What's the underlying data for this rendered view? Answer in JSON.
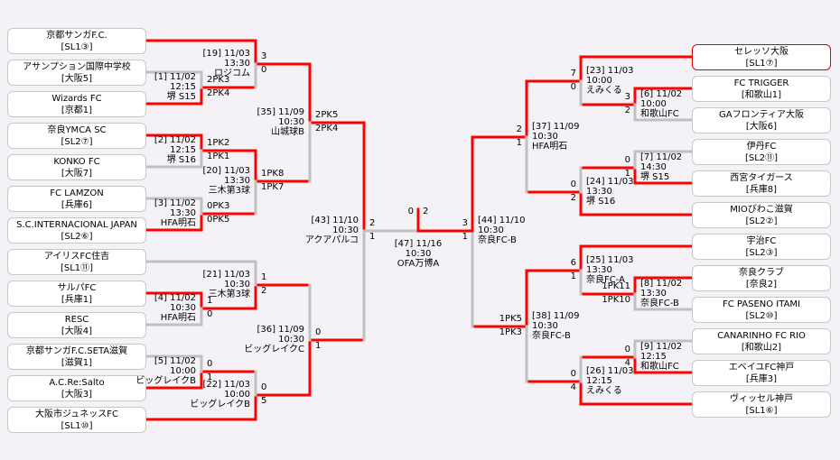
{
  "colors": {
    "win_line": "#ff0000",
    "lose_line": "#c0c0c0",
    "champion_border": "#e00000"
  },
  "left_teams": [
    {
      "name": "京都サンガF.C.",
      "seed": "[SL1③]"
    },
    {
      "name": "アサンプション国際中学校",
      "seed": "[大阪5]"
    },
    {
      "name": "Wizards FC",
      "seed": "[京都1]"
    },
    {
      "name": "奈良YMCA SC",
      "seed": "[SL2⑦]"
    },
    {
      "name": "KONKO FC",
      "seed": "[大阪7]"
    },
    {
      "name": "FC LAMZON",
      "seed": "[兵庫6]"
    },
    {
      "name": "S.C.INTERNACIONAL JAPAN",
      "seed": "[SL2⑥]"
    },
    {
      "name": "アイリスFC住吉",
      "seed": "[SL1⑪]"
    },
    {
      "name": "サルパFC",
      "seed": "[兵庫1]"
    },
    {
      "name": "RESC",
      "seed": "[大阪4]"
    },
    {
      "name": "京都サンガF.C.SETA滋賀",
      "seed": "[滋賀1]"
    },
    {
      "name": "A.C.Re:Salto",
      "seed": "[大阪3]"
    },
    {
      "name": "大阪市ジュネッスFC",
      "seed": "[SL1⑩]"
    }
  ],
  "right_teams": [
    {
      "name": "セレッソ大阪",
      "seed": "[SL1⑦]"
    },
    {
      "name": "FC TRIGGER",
      "seed": "[和歌山1]"
    },
    {
      "name": "GAフロンティア大阪",
      "seed": "[大阪6]"
    },
    {
      "name": "伊丹FC",
      "seed": "[SL2⑪]"
    },
    {
      "name": "西宮タイガース",
      "seed": "[兵庫8]"
    },
    {
      "name": "MIOびわこ滋賀",
      "seed": "[SL2②]"
    },
    {
      "name": "宇治FC",
      "seed": "[SL2③]"
    },
    {
      "name": "奈良クラブ",
      "seed": "[奈良2]"
    },
    {
      "name": "FC PASENO ITAMI",
      "seed": "[SL2⑩]"
    },
    {
      "name": "CANARINHO FC RIO",
      "seed": "[和歌山2]"
    },
    {
      "name": "エベイユFC神戸",
      "seed": "[兵庫3]"
    },
    {
      "name": "ヴィッセル神戸",
      "seed": "[SL1⑥]"
    }
  ],
  "matches": {
    "m1": {
      "label": "[1] 11/02",
      "time": "12:15",
      "venue": "堺 S15",
      "scores": [
        "2PK3",
        "2PK4"
      ],
      "winner": 1
    },
    "m2": {
      "label": "[2] 11/02",
      "time": "12:15",
      "venue": "堺 S16",
      "scores": [
        "1PK2",
        "1PK1"
      ],
      "winner": 0
    },
    "m3": {
      "label": "[3] 11/02",
      "time": "13:30",
      "venue": "HFA明石",
      "scores": [
        "0PK3",
        "0PK5"
      ],
      "winner": 1
    },
    "m4": {
      "label": "[4] 11/02",
      "time": "10:30",
      "venue": "HFA明石",
      "scores": [
        "1",
        "0"
      ],
      "winner": 0
    },
    "m5": {
      "label": "[5] 11/02",
      "time": "10:00",
      "venue": "ビッグレイクB",
      "scores": [
        "0",
        "1"
      ],
      "winner": 1
    },
    "m19": {
      "label": "[19] 11/03",
      "time": "13:30",
      "venue": "ロジコム",
      "scores": [
        "3",
        "0"
      ],
      "winner": 0
    },
    "m20": {
      "label": "[20] 11/03",
      "time": "13:30",
      "venue": "三木第3球",
      "scores": [
        "1PK8",
        "1PK7"
      ],
      "winner": 0
    },
    "m21": {
      "label": "[21] 11/03",
      "time": "10:30",
      "venue": "三木第3球",
      "scores": [
        "1",
        "2"
      ],
      "winner": 1
    },
    "m22": {
      "label": "[22] 11/03",
      "time": "10:00",
      "venue": "ビッグレイクB",
      "scores": [
        "0",
        "5"
      ],
      "winner": 1
    },
    "m35": {
      "label": "[35] 11/09",
      "time": "10:30",
      "venue": "山城球B",
      "scores": [
        "2PK5",
        "2PK4"
      ],
      "winner": 0
    },
    "m36": {
      "label": "[36] 11/09",
      "time": "10:30",
      "venue": "ビッグレイクC",
      "scores": [
        "0",
        "1"
      ],
      "winner": 1
    },
    "m43": {
      "label": "[43] 11/10",
      "time": "10:30",
      "venue": "アクアパルコ",
      "scores": [
        "2",
        "1"
      ],
      "winner": 0
    },
    "m6": {
      "label": "[6] 11/02",
      "time": "10:00",
      "venue": "和歌山FC",
      "scores": [
        "3",
        "2"
      ],
      "winner": 0
    },
    "m7": {
      "label": "[7] 11/02",
      "time": "14:30",
      "venue": "堺 S15",
      "scores": [
        "0",
        "1"
      ],
      "winner": 1
    },
    "m8": {
      "label": "[8] 11/02",
      "time": "13:30",
      "venue": "奈良FC-B",
      "scores": [
        "1PK11",
        "1PK10"
      ],
      "winner": 0
    },
    "m9": {
      "label": "[9] 11/02",
      "time": "12:15",
      "venue": "和歌山FC",
      "scores": [
        "0",
        "4"
      ],
      "winner": 1
    },
    "m23": {
      "label": "[23] 11/03",
      "time": "10:00",
      "venue": "えみくる",
      "scores": [
        "7",
        "0"
      ],
      "winner": 0
    },
    "m24": {
      "label": "[24] 11/03",
      "time": "13:30",
      "venue": "堺 S16",
      "scores": [
        "0",
        "2"
      ],
      "winner": 1
    },
    "m25": {
      "label": "[25] 11/03",
      "time": "13:30",
      "venue": "奈良FC-A",
      "scores": [
        "6",
        "1"
      ],
      "winner": 0
    },
    "m26": {
      "label": "[26] 11/03",
      "time": "12:15",
      "venue": "えみくる",
      "scores": [
        "0",
        "4"
      ],
      "winner": 1
    },
    "m37": {
      "label": "[37] 11/09",
      "time": "10:30",
      "venue": "HFA明石",
      "scores": [
        "2",
        "1"
      ],
      "winner": 0
    },
    "m38": {
      "label": "[38] 11/09",
      "time": "10:30",
      "venue": "奈良FC-B",
      "scores": [
        "1PK5",
        "1PK3"
      ],
      "winner": 0
    },
    "m44": {
      "label": "[44] 11/10",
      "time": "10:30",
      "venue": "奈良FC-B",
      "scores": [
        "3",
        "1"
      ],
      "winner": 0
    }
  },
  "final": {
    "label": "[47] 11/16",
    "time": "10:30",
    "venue": "OFA万博A",
    "scores": [
      "0",
      "2"
    ],
    "winner": 1
  }
}
